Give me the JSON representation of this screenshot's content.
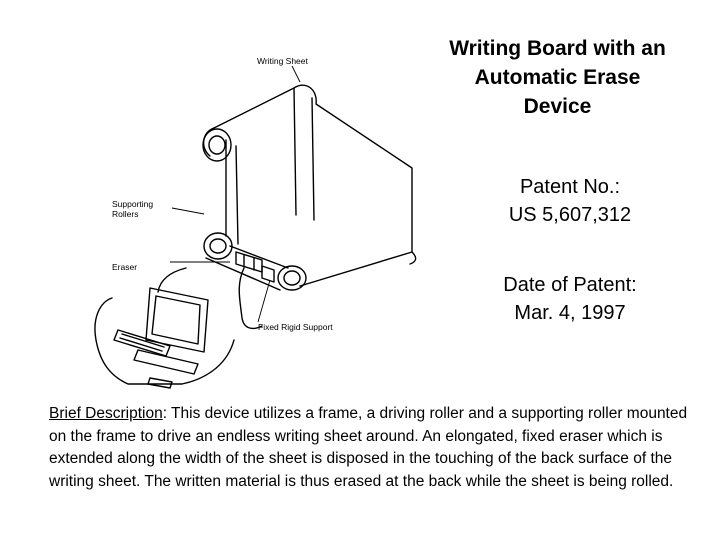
{
  "title_lines": [
    "Writing Board with an",
    "Automatic Erase",
    "Device"
  ],
  "patent": {
    "label": "Patent No.:",
    "value": "US 5,607,312"
  },
  "date": {
    "label": "Date of Patent:",
    "value": "Mar. 4, 1997"
  },
  "description": {
    "label": "Brief Description",
    "text": ": This device utilizes a frame, a driving roller and a supporting roller mounted on the frame to drive an endless writing sheet around. An elongated, fixed eraser which is extended along the width of the sheet is disposed in the touching of the back surface of the writing sheet. The written material is thus erased at the back while the sheet is being rolled."
  },
  "figure_labels": {
    "writing_sheet": "Writing Sheet",
    "supporting_rollers_1": "Supporting",
    "supporting_rollers_2": "Rollers",
    "eraser": "Eraser",
    "fixed_rigid_support": "Fixed Rigid Support"
  }
}
